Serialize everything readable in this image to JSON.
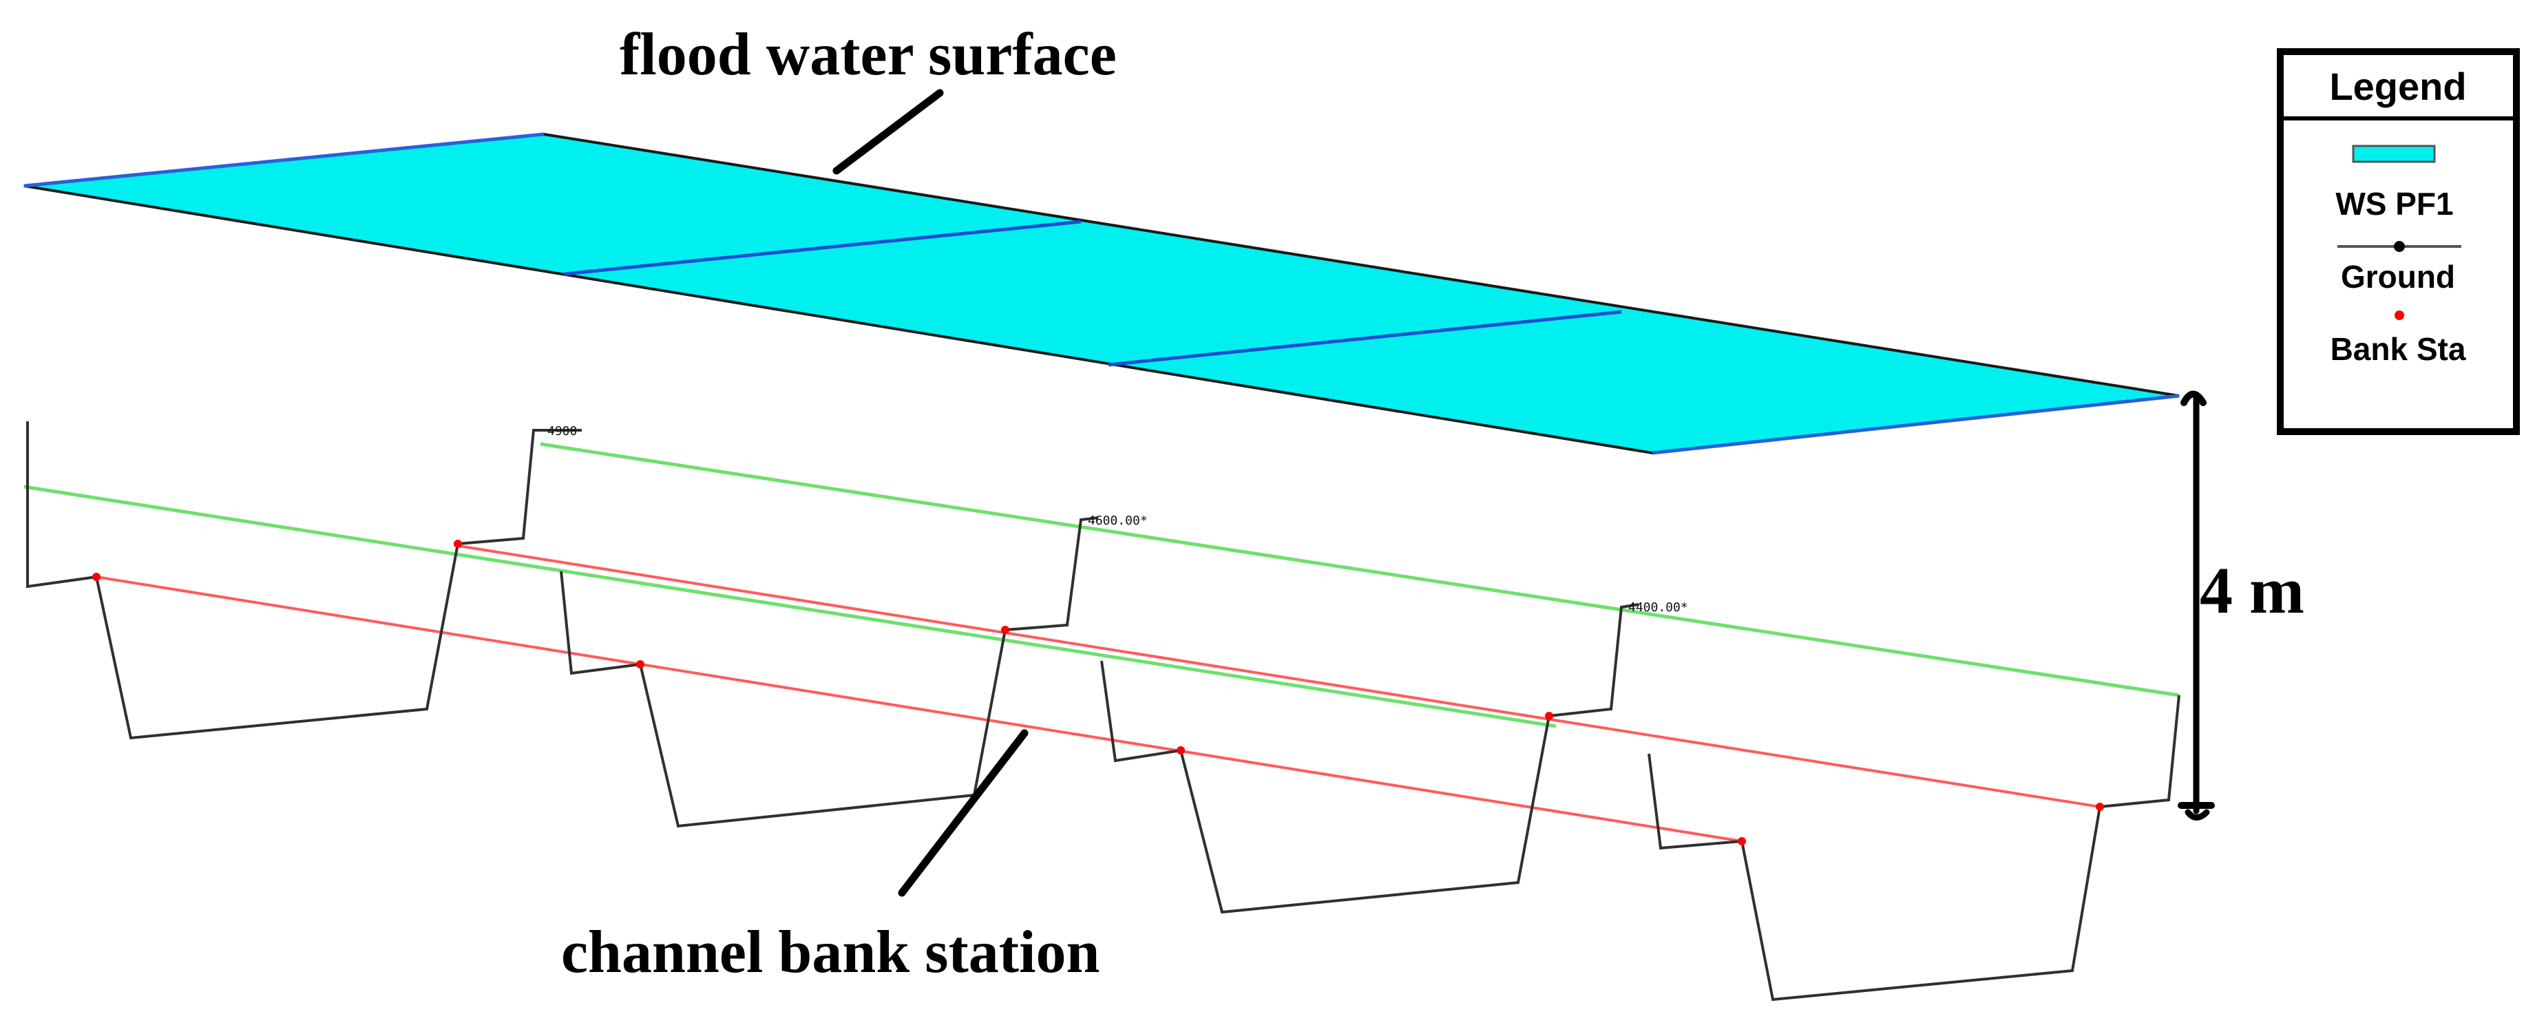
{
  "annotations": {
    "flood_surface": "flood water surface",
    "bank_station": "channel bank station",
    "height": "4 m"
  },
  "sections": [
    {
      "station": "4900"
    },
    {
      "station": "4600.00*"
    },
    {
      "station": "4400.00*"
    }
  ],
  "legend": {
    "title": "Legend",
    "items": [
      {
        "label": "WS PF1",
        "symbol": "cyan-rectangle"
      },
      {
        "label": "Ground",
        "symbol": "line-with-dot"
      },
      {
        "label": "Bank Sta",
        "symbol": "red-dot"
      }
    ]
  },
  "colors": {
    "water": "#00f0f0",
    "water_edge": "#2b5fd9",
    "ground": "#303030",
    "bank_left": "#ff5b5b",
    "bank_right": "#6ee06e",
    "bank_point": "#ff0000"
  }
}
